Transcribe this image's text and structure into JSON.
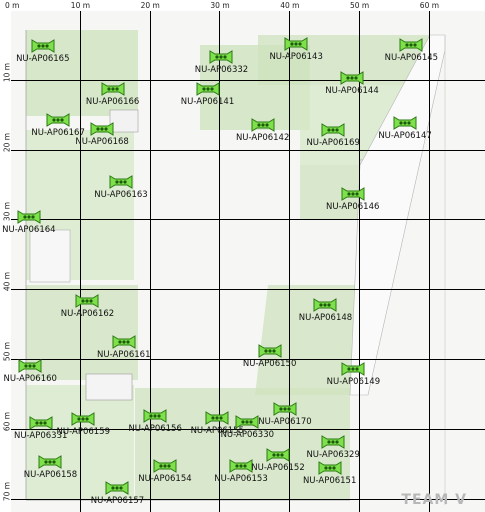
{
  "map": {
    "x_axis": {
      "unit": "m",
      "ticks": [
        {
          "value": 0,
          "label": "0 m"
        },
        {
          "value": 10,
          "label": "10 m"
        },
        {
          "value": 20,
          "label": "20 m"
        },
        {
          "value": 30,
          "label": "30 m"
        },
        {
          "value": 40,
          "label": "40 m"
        },
        {
          "value": 50,
          "label": "50 m"
        },
        {
          "value": 60,
          "label": "60 m"
        }
      ]
    },
    "y_axis": {
      "unit": "m",
      "ticks": [
        {
          "value": 10,
          "label": "10 m"
        },
        {
          "value": 20,
          "label": "20 m"
        },
        {
          "value": 30,
          "label": "30 m"
        },
        {
          "value": 40,
          "label": "40 m"
        },
        {
          "value": 50,
          "label": "50 m"
        },
        {
          "value": 60,
          "label": "60 m"
        },
        {
          "value": 70,
          "label": "70 m"
        }
      ]
    },
    "colors": {
      "ap_fill": "#7ee04a",
      "ap_stroke": "#2a7a12",
      "room_green": "#cfe3bf",
      "room_green_dark": "#b8d5a2",
      "grid": "#000000"
    },
    "watermark": "TEAM V"
  },
  "access_points": [
    {
      "name": "NU-AP06165",
      "x": 4.7,
      "y": 5.2
    },
    {
      "name": "NU-AP06332",
      "x": 30.3,
      "y": 6.7
    },
    {
      "name": "NU-AP06143",
      "x": 41.0,
      "y": 4.8
    },
    {
      "name": "NU-AP06145",
      "x": 57.5,
      "y": 5.0
    },
    {
      "name": "NU-AP06144",
      "x": 49.0,
      "y": 9.8
    },
    {
      "name": "NU-AP06166",
      "x": 14.7,
      "y": 11.3
    },
    {
      "name": "NU-AP06141",
      "x": 28.3,
      "y": 11.3
    },
    {
      "name": "NU-AP06167",
      "x": 6.9,
      "y": 15.8
    },
    {
      "name": "NU-AP06168",
      "x": 13.2,
      "y": 17.0
    },
    {
      "name": "NU-AP06142",
      "x": 36.2,
      "y": 16.5
    },
    {
      "name": "NU-AP06169",
      "x": 46.3,
      "y": 17.2
    },
    {
      "name": "NU-AP06147",
      "x": 56.6,
      "y": 16.2
    },
    {
      "name": "NU-AP06163",
      "x": 15.9,
      "y": 24.6
    },
    {
      "name": "NU-AP06146",
      "x": 49.1,
      "y": 26.3
    },
    {
      "name": "NU-AP06164",
      "x": 2.7,
      "y": 29.6
    },
    {
      "name": "NU-AP06162",
      "x": 11.1,
      "y": 41.7
    },
    {
      "name": "NU-AP06148",
      "x": 45.2,
      "y": 42.3
    },
    {
      "name": "NU-AP06161",
      "x": 16.3,
      "y": 47.5
    },
    {
      "name": "NU-AP06150",
      "x": 37.2,
      "y": 48.8
    },
    {
      "name": "NU-AP06160",
      "x": 2.9,
      "y": 51.0
    },
    {
      "name": "NU-AP06149",
      "x": 49.2,
      "y": 51.5
    },
    {
      "name": "NU-AP06170",
      "x": 39.4,
      "y": 57.1
    },
    {
      "name": "NU-AP06331",
      "x": 4.4,
      "y": 59.2
    },
    {
      "name": "NU-AP06159",
      "x": 10.5,
      "y": 58.6
    },
    {
      "name": "NU-AP06156",
      "x": 20.8,
      "y": 58.2
    },
    {
      "name": "NU-AP06155",
      "x": 29.7,
      "y": 58.4
    },
    {
      "name": "NU-AP06330",
      "x": 34.0,
      "y": 59.0
    },
    {
      "name": "NU-AP06329",
      "x": 46.3,
      "y": 61.9
    },
    {
      "name": "NU-AP06158",
      "x": 5.8,
      "y": 64.7
    },
    {
      "name": "NU-AP06154",
      "x": 22.2,
      "y": 65.4
    },
    {
      "name": "NU-AP06153",
      "x": 33.1,
      "y": 65.3
    },
    {
      "name": "NU-AP06152",
      "x": 38.4,
      "y": 63.8
    },
    {
      "name": "NU-AP06151",
      "x": 45.8,
      "y": 65.6
    },
    {
      "name": "NU-AP06157",
      "x": 15.4,
      "y": 68.5
    }
  ]
}
